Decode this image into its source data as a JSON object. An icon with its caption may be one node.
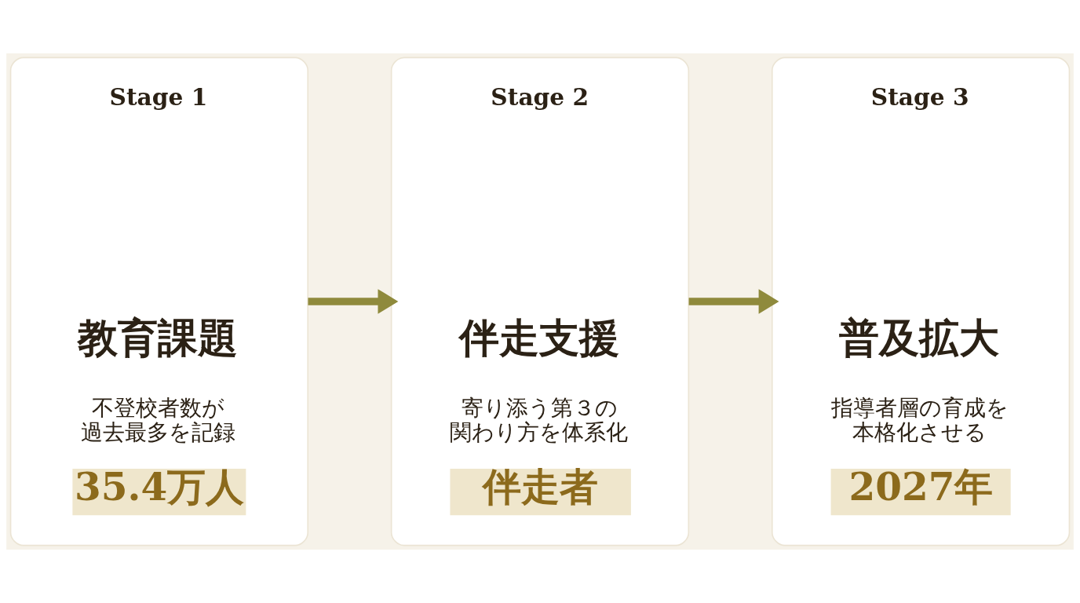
{
  "diagram": {
    "nodes": [
      {
        "text": [
          "Stage 1",
          "教育課題",
          "不登校者数が過去最多を記録",
          "35.4万人"
        ]
      },
      {
        "text": [
          "Stage 2",
          "伴走支援",
          "寄り添う第３の関わり方を体系化",
          "伴走者"
        ]
      },
      {
        "text": [
          "Stage 3",
          "普及拡大",
          "指導者層の育成を本格化させる",
          "2027年"
        ]
      }
    ],
    "edges": [
      {
        "from": 0,
        "to": 1,
        "arrow": "to"
      },
      {
        "from": 1,
        "to": 2,
        "arrow": "to"
      }
    ]
  }
}
